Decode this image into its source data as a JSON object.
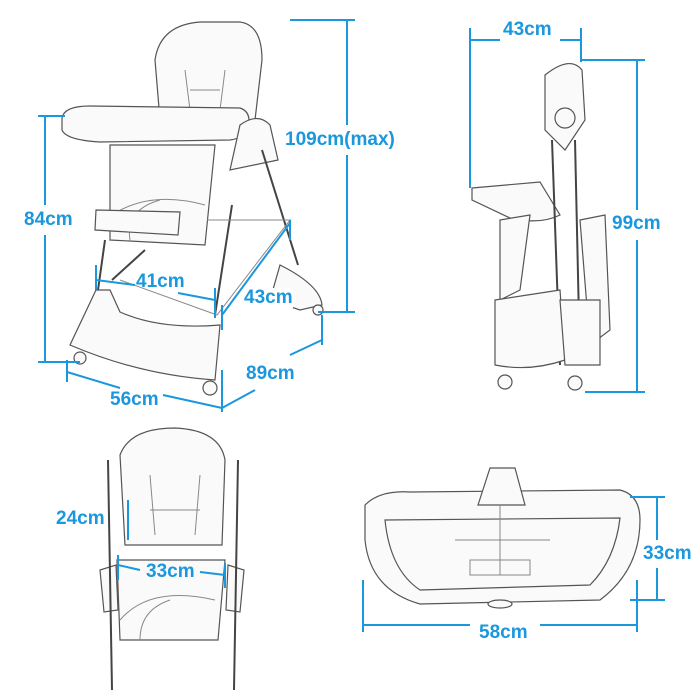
{
  "views": {
    "front_angle": {
      "height_max": "109cm(max)",
      "height": "84cm",
      "seat_width": "41cm",
      "seat_depth": "43cm",
      "depth": "89cm",
      "width": "56cm"
    },
    "side_folded": {
      "width": "43cm",
      "height": "99cm"
    },
    "seat_detail": {
      "backrest_height": "24cm",
      "seat_width": "33cm"
    },
    "tray": {
      "width": "58cm",
      "depth": "33cm"
    }
  },
  "colors": {
    "dimension": "#1b97dd",
    "sketch": "#555555"
  }
}
